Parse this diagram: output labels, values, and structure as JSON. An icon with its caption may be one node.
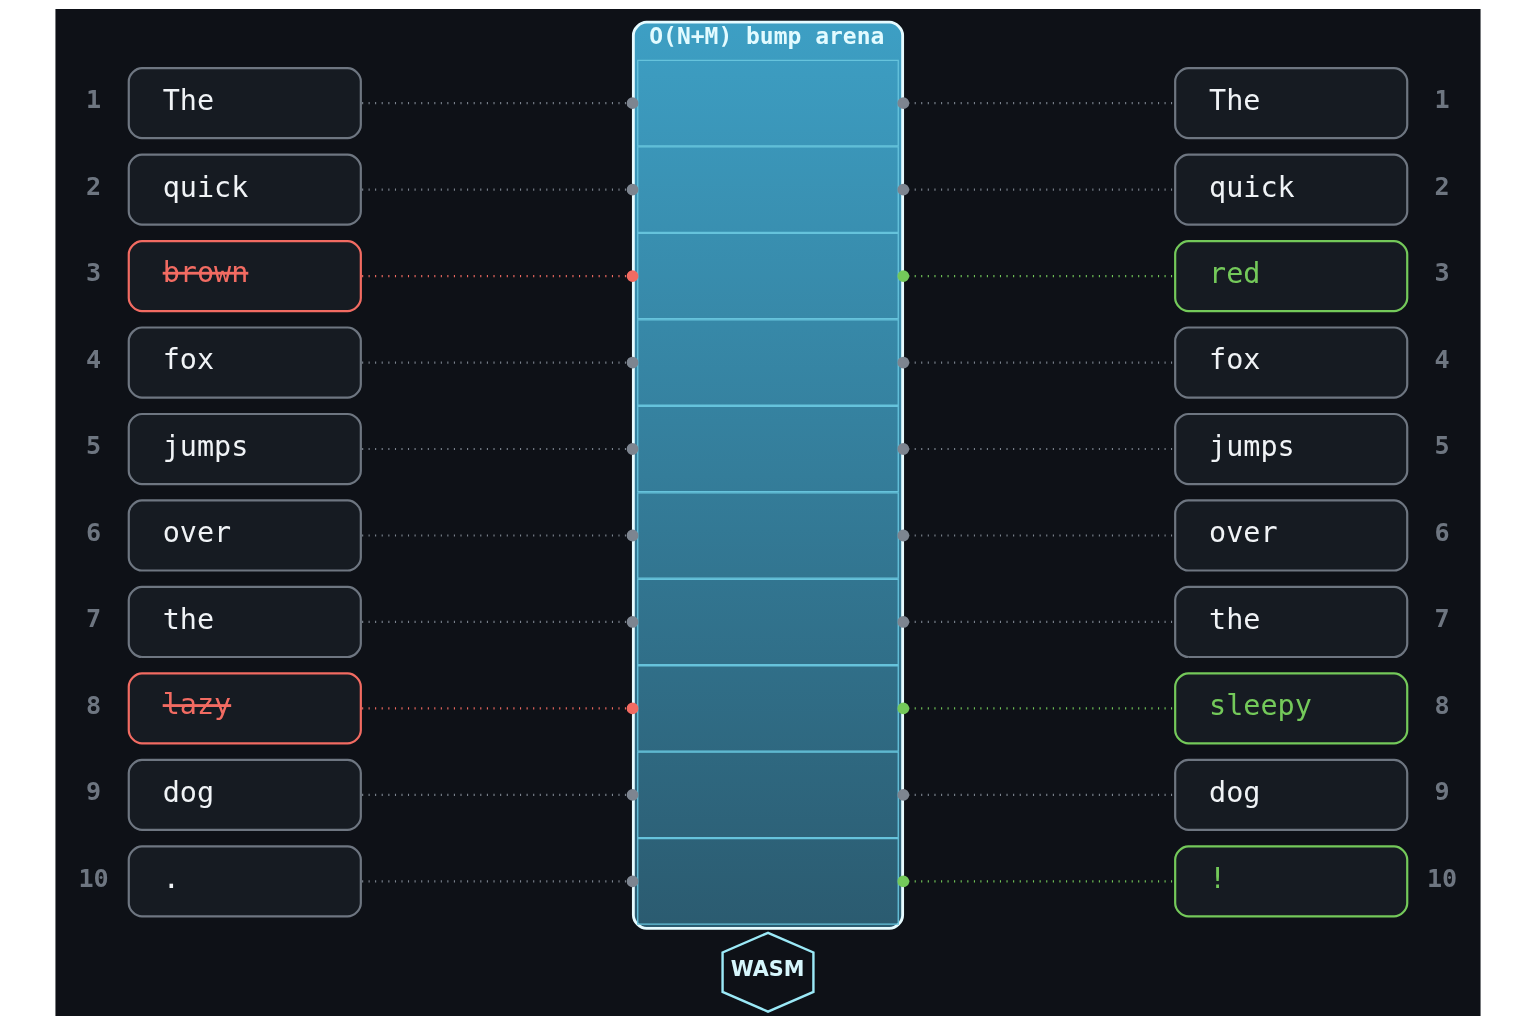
{
  "diagram": {
    "nodes": [
      {
        "text": [
          "O(N+M) bump arena"
        ]
      },
      {
        "text": [],
        "shape": "box",
        "in": 0
      },
      {
        "text": [],
        "shape": "box",
        "in": 0
      },
      {
        "text": [],
        "shape": "box",
        "in": 0
      },
      {
        "text": [],
        "shape": "box",
        "in": 0
      },
      {
        "text": [],
        "shape": "box",
        "in": 0
      },
      {
        "text": [],
        "shape": "box",
        "in": 0
      },
      {
        "text": [],
        "shape": "box",
        "in": 0
      },
      {
        "text": [],
        "shape": "box",
        "in": 0
      },
      {
        "text": [],
        "shape": "box",
        "in": 0
      },
      {
        "text": [],
        "shape": "box",
        "in": 0
      },
      {
        "text": [
          "The"
        ],
        "beside": [
          "1"
        ]
      },
      {
        "text": [
          "quick"
        ],
        "beside": [
          "2"
        ]
      },
      {
        "text": [
          "brown"
        ],
        "beside": [
          "3"
        ]
      },
      {
        "text": [
          "fox"
        ],
        "beside": [
          "4"
        ]
      },
      {
        "text": [
          "jumps"
        ],
        "beside": [
          "5"
        ]
      },
      {
        "text": [
          "over"
        ],
        "beside": [
          "6"
        ]
      },
      {
        "text": [
          "the"
        ],
        "beside": [
          "7"
        ]
      },
      {
        "text": [
          "lazy"
        ],
        "beside": [
          "8"
        ]
      },
      {
        "text": [
          "dog"
        ],
        "beside": [
          "9"
        ]
      },
      {
        "text": [
          "."
        ],
        "beside": [
          "10"
        ]
      },
      {
        "text": [
          "The"
        ],
        "beside": [
          "1"
        ]
      },
      {
        "text": [
          "quick"
        ],
        "beside": [
          "2"
        ]
      },
      {
        "text": [
          "red"
        ],
        "beside": [
          "3"
        ]
      },
      {
        "text": [
          "fox"
        ],
        "beside": [
          "4"
        ]
      },
      {
        "text": [
          "jumps"
        ],
        "beside": [
          "5"
        ]
      },
      {
        "text": [
          "over"
        ],
        "beside": [
          "6"
        ]
      },
      {
        "text": [
          "the"
        ],
        "beside": [
          "7"
        ]
      },
      {
        "text": [
          "sleepy"
        ],
        "beside": [
          "8"
        ]
      },
      {
        "text": [
          "dog"
        ],
        "beside": [
          "9"
        ]
      },
      {
        "text": [
          "!"
        ],
        "beside": [
          "10"
        ]
      },
      {
        "text": [
          "WASM"
        ]
      }
    ],
    "edges": [
      {
        "from": 11,
        "to": 1,
        "arrow": "other"
      },
      {
        "from": 12,
        "to": 2,
        "arrow": "other"
      },
      {
        "from": 13,
        "to": 3,
        "arrow": "other",
        "color": "#f26b62"
      },
      {
        "from": 14,
        "to": 4,
        "arrow": "other"
      },
      {
        "from": 15,
        "to": 5,
        "arrow": "other"
      },
      {
        "from": 16,
        "to": 6,
        "arrow": "other"
      },
      {
        "from": 17,
        "to": 7,
        "arrow": "other"
      },
      {
        "from": 18,
        "to": 8,
        "arrow": "other",
        "color": "#f26b62"
      },
      {
        "from": 19,
        "to": 9,
        "arrow": "other"
      },
      {
        "from": 20,
        "to": 10,
        "arrow": "other"
      },
      {
        "from": 1,
        "to": 21,
        "arrow": "other"
      },
      {
        "from": 2,
        "to": 22,
        "arrow": "other"
      },
      {
        "from": 3,
        "to": 23,
        "arrow": "other",
        "color": "#74c95a"
      },
      {
        "from": 4,
        "to": 24,
        "arrow": "other"
      },
      {
        "from": 5,
        "to": 25,
        "arrow": "other"
      },
      {
        "from": 6,
        "to": 26,
        "arrow": "other"
      },
      {
        "from": 7,
        "to": 27,
        "arrow": "other"
      },
      {
        "from": 8,
        "to": 28,
        "arrow": "other",
        "color": "#74c95a"
      },
      {
        "from": 9,
        "to": 29,
        "arrow": "other"
      },
      {
        "from": 10,
        "to": 30,
        "arrow": "other",
        "color": "#74c95a"
      }
    ]
  }
}
